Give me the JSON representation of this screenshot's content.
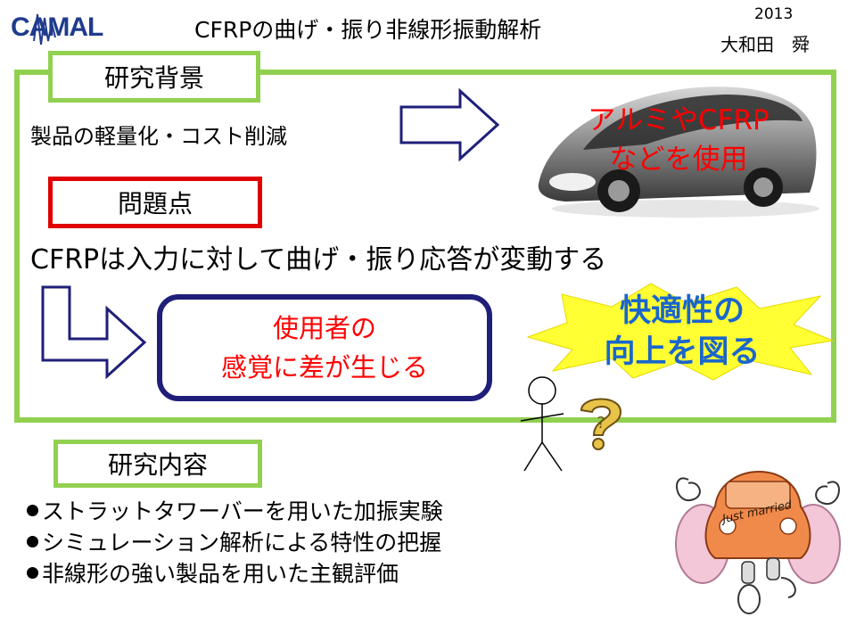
{
  "header": {
    "logo_text": "CAMAL",
    "title": "CFRPの曲げ・振り非線形振動解析",
    "year": "2013",
    "author": "大和田　舜"
  },
  "background": {
    "label": "研究背景",
    "text": "製品の軽量化・コスト削減",
    "car_caption": "アルミやCFRP\nなどを使用"
  },
  "problem": {
    "label": "問題点",
    "text": "CFRPは入力に対して曲げ・振り応答が変動する",
    "consequence": "使用者の\n感覚に差が生じる",
    "goal": "快適性の\n向上を図る"
  },
  "research": {
    "label": "研究内容",
    "items": [
      "ストラットタワーバーを用いた加振実験",
      "シミュレーション解析による特性の把握",
      "非線形の強い製品を用いた主観評価"
    ],
    "clipart_text": "Just married",
    "question_mark": "?"
  },
  "colors": {
    "frame_green": "#92d050",
    "problem_red": "#e00000",
    "accent_red": "#ff0000",
    "arrow_navy": "#1f1f7a",
    "goal_blue": "#1a66cc",
    "burst_yellow": "#ffff33"
  },
  "icons": [
    "camal-logo",
    "right-arrow-icon",
    "bent-arrow-icon",
    "concept-car-image",
    "explosion-burst",
    "stick-figure-icon",
    "question-mark-icon",
    "just-married-car-clipart"
  ]
}
